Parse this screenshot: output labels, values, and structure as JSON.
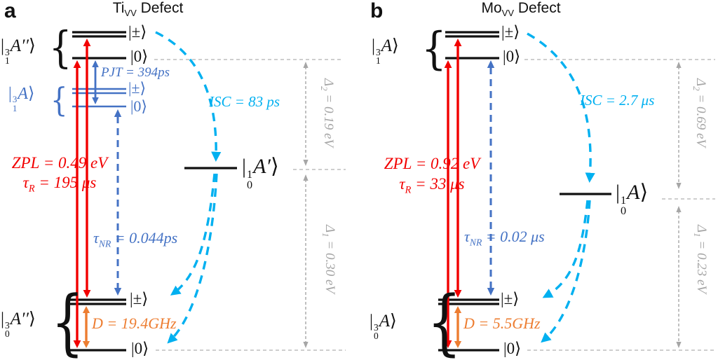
{
  "glyphs": {
    "brace": "{"
  },
  "colors": {
    "red": "#F20000",
    "blue": "#4472C4",
    "cyan": "#00B0F0",
    "orange": "#ED7D31",
    "gray": "#A6A6A6",
    "black": "#111111"
  },
  "panels": [
    {
      "letter": "a",
      "title": {
        "main": "Ti",
        "sub": "VV",
        "rest": " Defect"
      },
      "states": {
        "excited": {
          "pre": "|",
          "sup": "3",
          "sub": "1",
          "main": "A′′",
          "post": "⟩"
        },
        "excited_jt": {
          "pre": "|",
          "sup": "3",
          "sub": "1",
          "main": "A",
          "post": "⟩"
        },
        "ground": {
          "pre": "|",
          "sup": "3",
          "sub": "0",
          "main": "A′′",
          "post": "⟩"
        },
        "singlet": {
          "pre": "|",
          "sup": "1",
          "sub": "0",
          "main": "A′",
          "post": "⟩"
        }
      },
      "kets": {
        "pm": "|±⟩",
        "zero": "|0⟩"
      },
      "labels": {
        "pjt": "PJT = 394ps",
        "isc": "ISC = 83 ps",
        "zpl": "ZPL = 0.49 eV",
        "tau_r": {
          "base": "τ",
          "sub": "R",
          "rest": " = 195 μs"
        },
        "tau_nr": {
          "base": "τ",
          "sub": "NR",
          "rest": " = 0.044ps"
        },
        "zfs": "D = 19.4GHz",
        "delta2": {
          "base": "Δ",
          "sub": "2",
          "rest": " = 0.19 eV"
        },
        "delta1": {
          "base": "Δ",
          "sub": "1",
          "rest": " = 0.30 eV"
        }
      }
    },
    {
      "letter": "b",
      "title": {
        "main": "Mo",
        "sub": "VV",
        "rest": " Defect"
      },
      "states": {
        "excited": {
          "pre": "|",
          "sup": "3",
          "sub": "1",
          "main": "A",
          "post": "⟩"
        },
        "ground": {
          "pre": "|",
          "sup": "3",
          "sub": "0",
          "main": "A",
          "post": "⟩"
        },
        "singlet": {
          "pre": "|",
          "sup": "1",
          "sub": "0",
          "main": "A",
          "post": "⟩"
        }
      },
      "kets": {
        "pm": "|±⟩",
        "zero": "|0⟩"
      },
      "labels": {
        "isc": "ISC = 2.7 μs",
        "zpl": "ZPL = 0.92 eV",
        "tau_r": {
          "base": "τ",
          "sub": "R",
          "rest": " = 33 μs"
        },
        "tau_nr": {
          "base": "τ",
          "sub": "NR",
          "rest": " = 0.02 μs"
        },
        "zfs": "D = 5.5GHz",
        "delta2": {
          "base": "Δ",
          "sub": "2",
          "rest": " = 0.69 eV"
        },
        "delta1": {
          "base": "Δ",
          "sub": "1",
          "rest": " = 0.23 eV"
        }
      }
    }
  ]
}
